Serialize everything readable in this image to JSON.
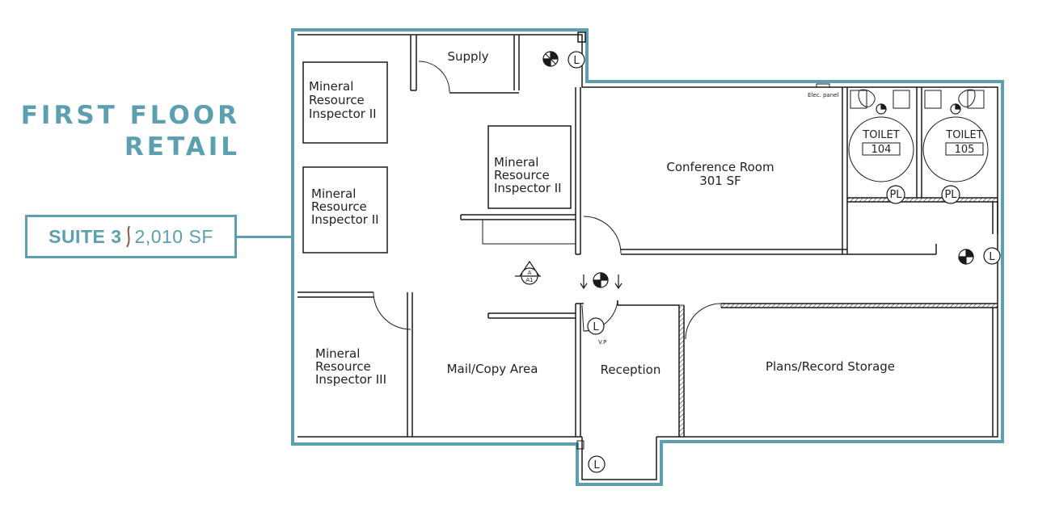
{
  "heading": {
    "line1": "FIRST FLOOR",
    "line2": "RETAIL"
  },
  "suite": {
    "name": "SUITE 3",
    "area": "2,010 SF"
  },
  "rooms": {
    "supply": "Supply",
    "office_a": [
      "Mineral",
      "Resource",
      "Inspector II"
    ],
    "office_b": [
      "Mineral",
      "Resource",
      "Inspector II"
    ],
    "office_c": [
      "Mineral",
      "Resource",
      "Inspector II"
    ],
    "office_d": [
      "Mineral",
      "Resource",
      "Inspector III"
    ],
    "conference": [
      "Conference Room",
      "301 SF"
    ],
    "toilet_104": [
      "TOILET",
      "104"
    ],
    "toilet_105": [
      "TOILET",
      "105"
    ],
    "mail": "Mail/Copy Area",
    "reception": "Reception",
    "plans": "Plans/Record Storage",
    "elec_panel": "Elec. panel",
    "vp": "V.P"
  },
  "symbols": {
    "light": "L",
    "pl": "PL",
    "marker_top": "A",
    "marker_bottom": "A1"
  },
  "colors": {
    "accent": "#5b9fb0",
    "ink": "#1a1a1a"
  }
}
